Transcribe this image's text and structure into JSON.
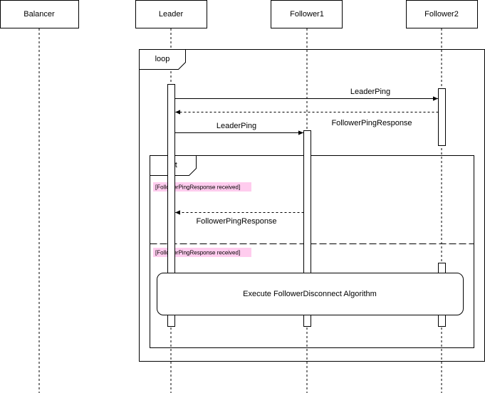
{
  "participants": [
    {
      "id": "balancer",
      "label": "Balancer"
    },
    {
      "id": "leader",
      "label": "Leader"
    },
    {
      "id": "follower1",
      "label": "Follower1"
    },
    {
      "id": "follower2",
      "label": "Follower2"
    }
  ],
  "fragments": {
    "loop": {
      "label": "loop"
    },
    "alt": {
      "label": "alt",
      "guard_1": "[FollowerPingResponse received]",
      "guard_2": "[FollowerPingResponse received]"
    }
  },
  "messages": [
    {
      "label": "LeaderPing",
      "from": "leader",
      "to": "follower2",
      "style": "solid"
    },
    {
      "label": "FollowerPingResponse",
      "from": "follower2",
      "to": "leader",
      "style": "dashed"
    },
    {
      "label": "LeaderPing",
      "from": "leader",
      "to": "follower1",
      "style": "solid"
    },
    {
      "label": "FollowerPingResponse",
      "from": "follower1",
      "to": "leader",
      "style": "dashed"
    }
  ],
  "process": {
    "label": "Execute FollowerDisconnect Algorithm"
  },
  "colors": {
    "stroke": "#000000",
    "guard_highlight": "#ffccee",
    "background": "#ffffff"
  }
}
